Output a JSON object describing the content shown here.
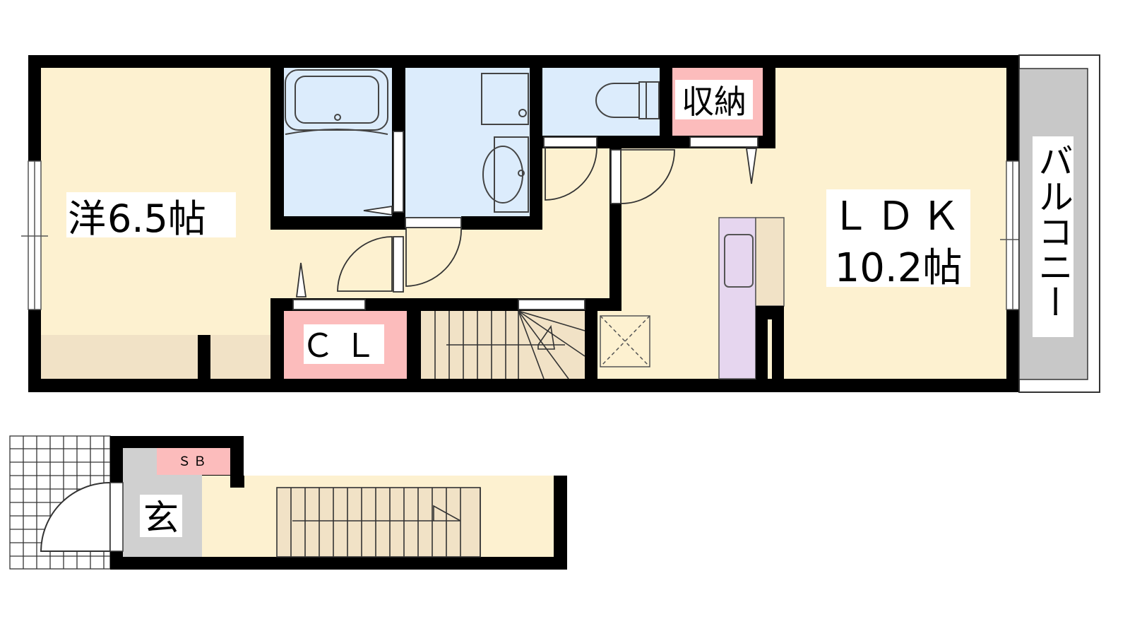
{
  "rooms": {
    "western": {
      "name": "洋",
      "size": "6.5帖"
    },
    "ldk": {
      "name": "ＬＤＫ",
      "size": "10.2帖"
    },
    "closet": {
      "name": "ＣＬ"
    },
    "storage": {
      "name": "収納"
    },
    "entrance": {
      "name": "玄"
    },
    "shoebox": {
      "name": "ＳＢ"
    },
    "balcony": {
      "name": "バルコニー"
    }
  },
  "colors": {
    "wall": "#000000",
    "room": "#fdf1d0",
    "wet_area": "#dcecfc",
    "storage": "#fcbcbc",
    "balcony": "#c8c8c8",
    "entrance": "#d0d0d0",
    "kitchen": "#e6d6ef",
    "furniture": "#f1e2c6",
    "line": "#333333"
  }
}
